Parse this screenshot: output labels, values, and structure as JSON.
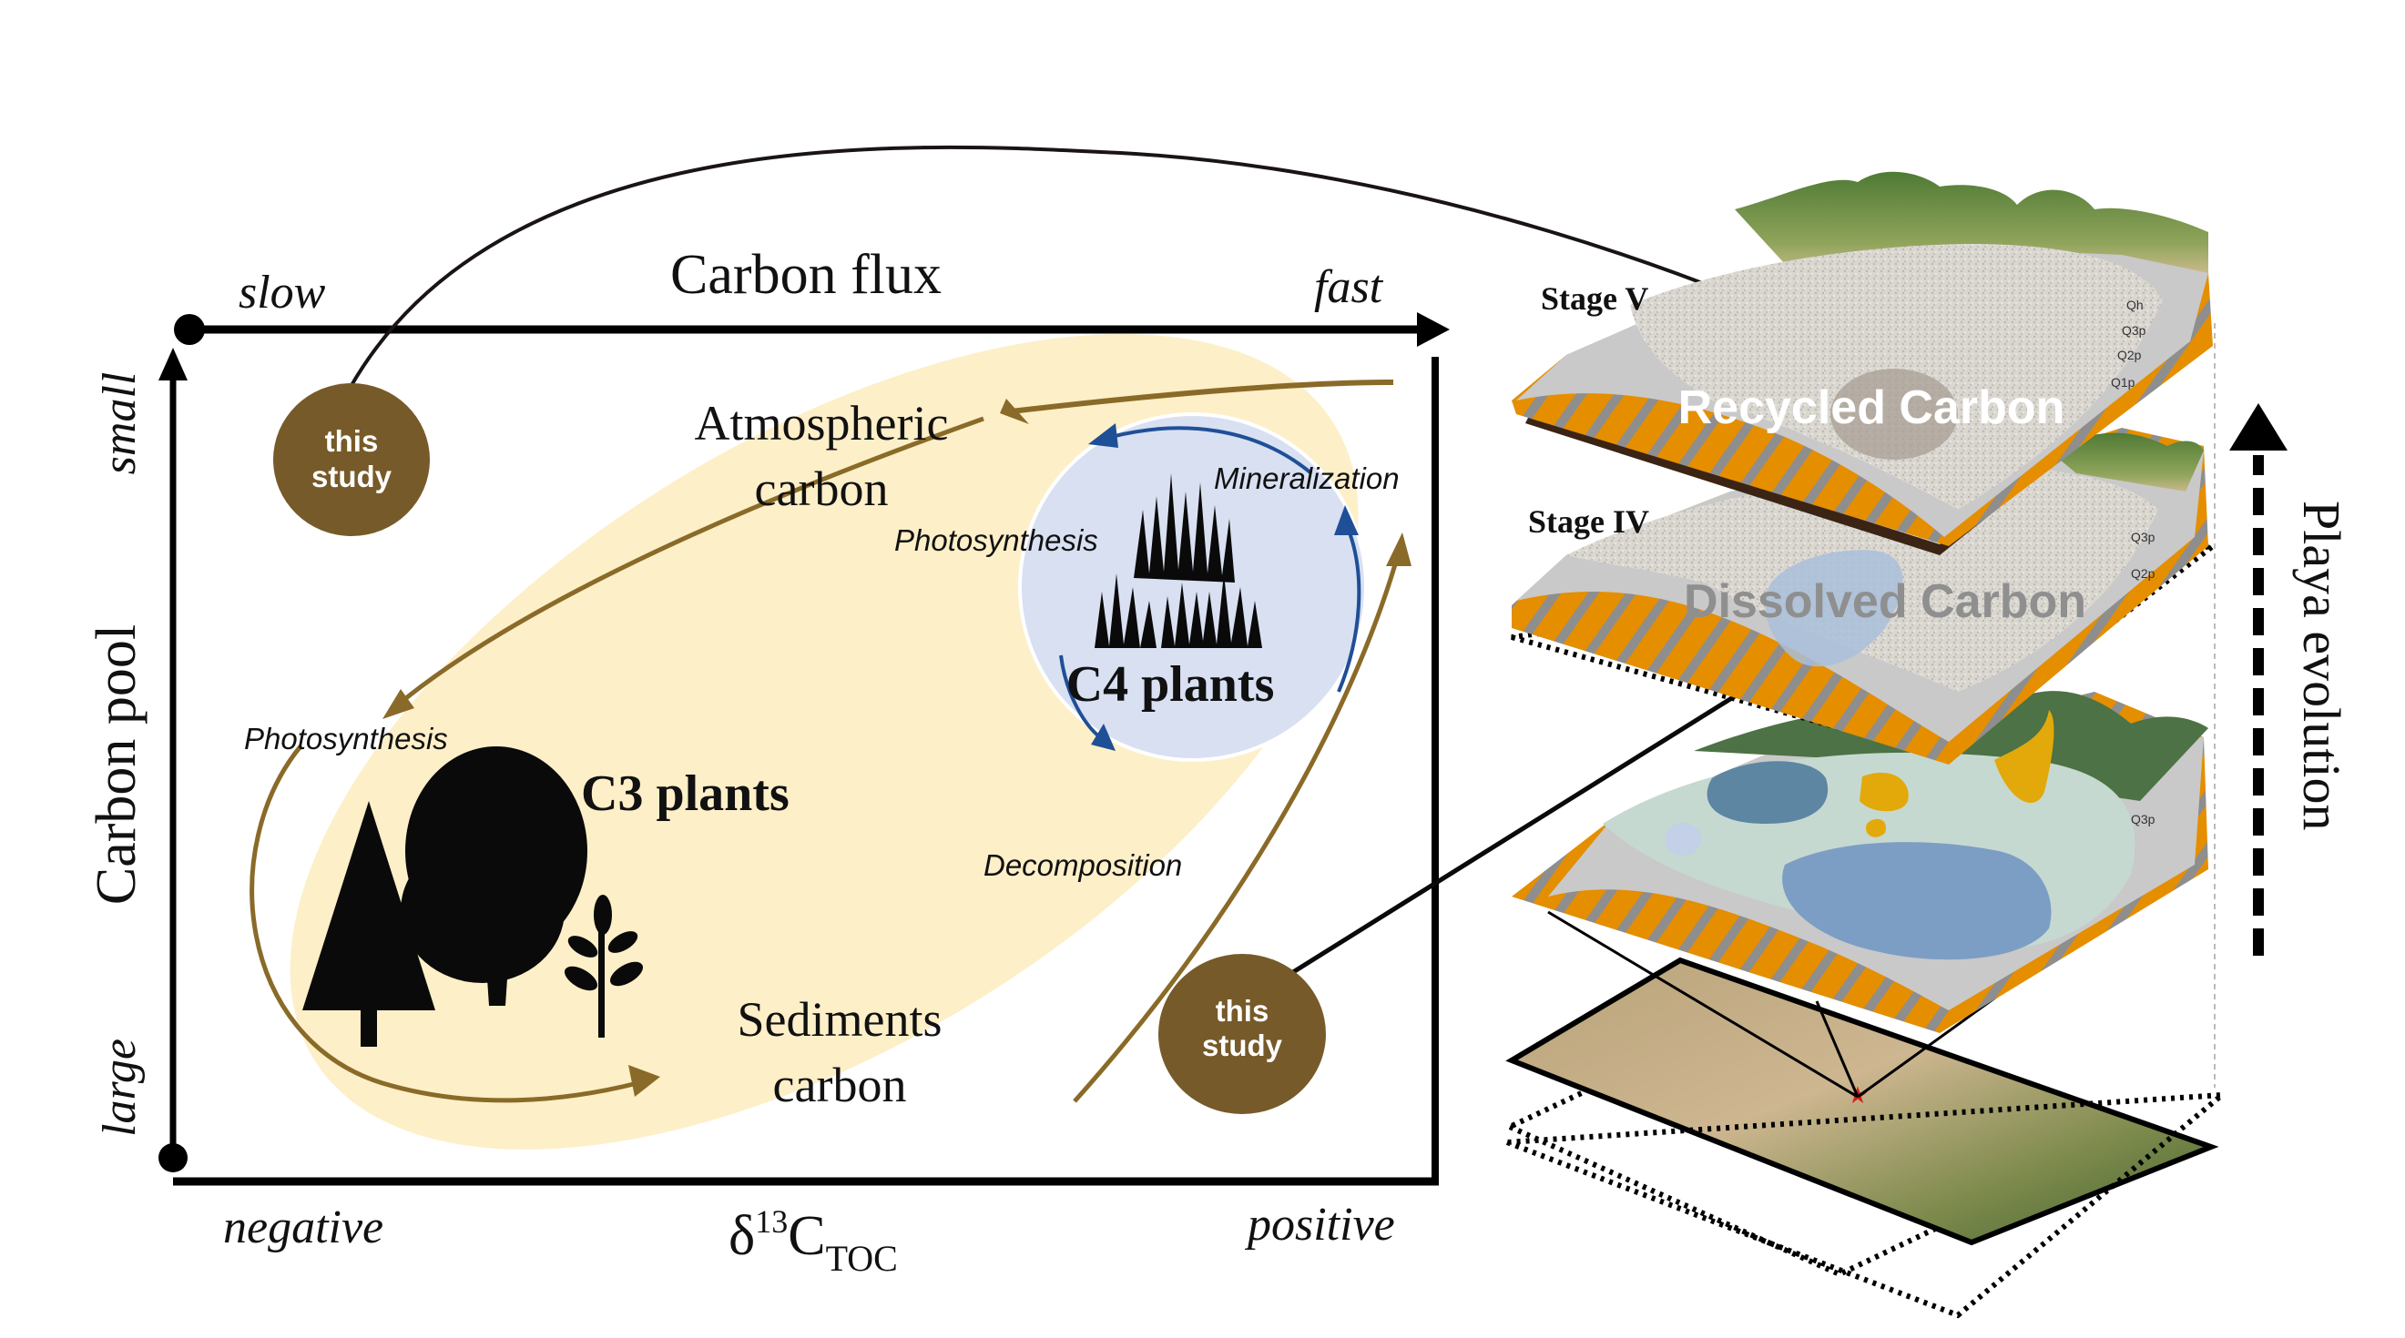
{
  "colors": {
    "ellipse_fill": "#fdefc8",
    "ellipse_arrow": "#8a6a28",
    "c4_circle_fill": "#d8e0f2",
    "c4_arrow": "#1f4f96",
    "badge": "#775a29",
    "stripe_orange": "#e58e00",
    "stripe_gray": "#8e8e8e",
    "sediment_gray": "#c9c9c9",
    "gravel": "#d9d6d0",
    "grass": "#6b8c3c",
    "water": "#8aa8cc",
    "salt_yellow": "#e3a90a"
  },
  "left_panel": {
    "x_axis": {
      "title": "Carbon flux",
      "start_label": "slow",
      "end_label": "fast"
    },
    "bottom_axis": {
      "start_label": "negative",
      "end_label": "positive",
      "title_main": "δ",
      "title_sup": "13",
      "title_c": "C",
      "title_sub": "TOC"
    },
    "y_axis": {
      "title": "Carbon pool",
      "top_label": "small",
      "bottom_label": "large"
    },
    "pools": {
      "atmospheric_line1": "Atmospheric",
      "atmospheric_line2": "carbon",
      "sediments_line1": "Sediments",
      "sediments_line2": "carbon"
    },
    "processes": {
      "photosynthesis_c3": "Photosynthesis",
      "photosynthesis_c4": "Photosynthesis",
      "mineralization": "Mineralization",
      "decomposition": "Decomposition"
    },
    "plants": {
      "c3": "C3 plants",
      "c4": "C4 plants"
    },
    "badges": [
      {
        "line1": "this",
        "line2": "study"
      },
      {
        "line1": "this",
        "line2": "study"
      }
    ]
  },
  "right_panel": {
    "stages": [
      {
        "label": "Stage V",
        "carbon_label": "Recycled Carbon"
      },
      {
        "label": "Stage IV",
        "carbon_label": "Dissolved Carbon"
      }
    ],
    "unit_labels": [
      "Qh",
      "Q3p",
      "Q2p",
      "Q1p"
    ],
    "evolution_label": "Playa evolution"
  }
}
